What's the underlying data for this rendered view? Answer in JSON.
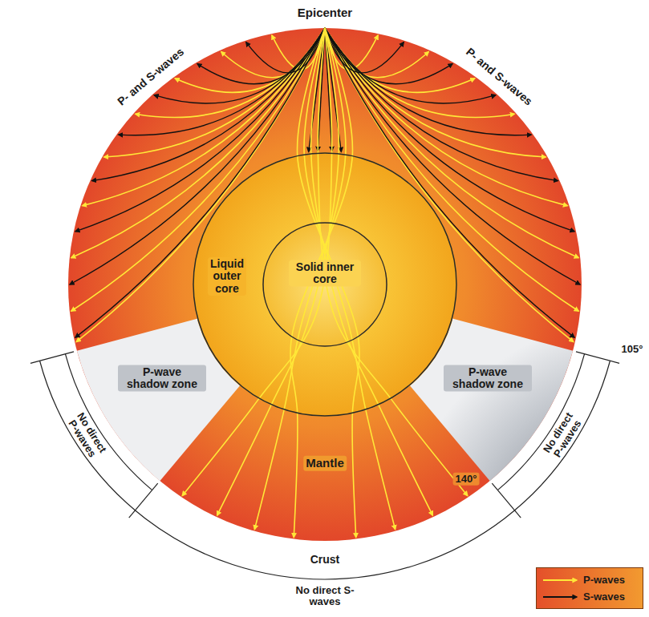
{
  "diagram": {
    "nodes": [
      {
        "text": [
          "Liquid outer core"
        ]
      },
      {
        "text": [
          "Solid inner core"
        ],
        "in": 0
      }
    ],
    "labels": [
      "Epicenter",
      "P- and S-waves",
      "P- and S-waves",
      "P-wave shadow zone",
      "P-wave shadow zone",
      "No direct P-waves",
      "No direct P-waves",
      "105°",
      "140°",
      "Mantle",
      "Crust",
      "No direct S-waves"
    ],
    "legend": [
      {
        "text": "P-waves"
      },
      {
        "text": "S-waves"
      }
    ]
  }
}
